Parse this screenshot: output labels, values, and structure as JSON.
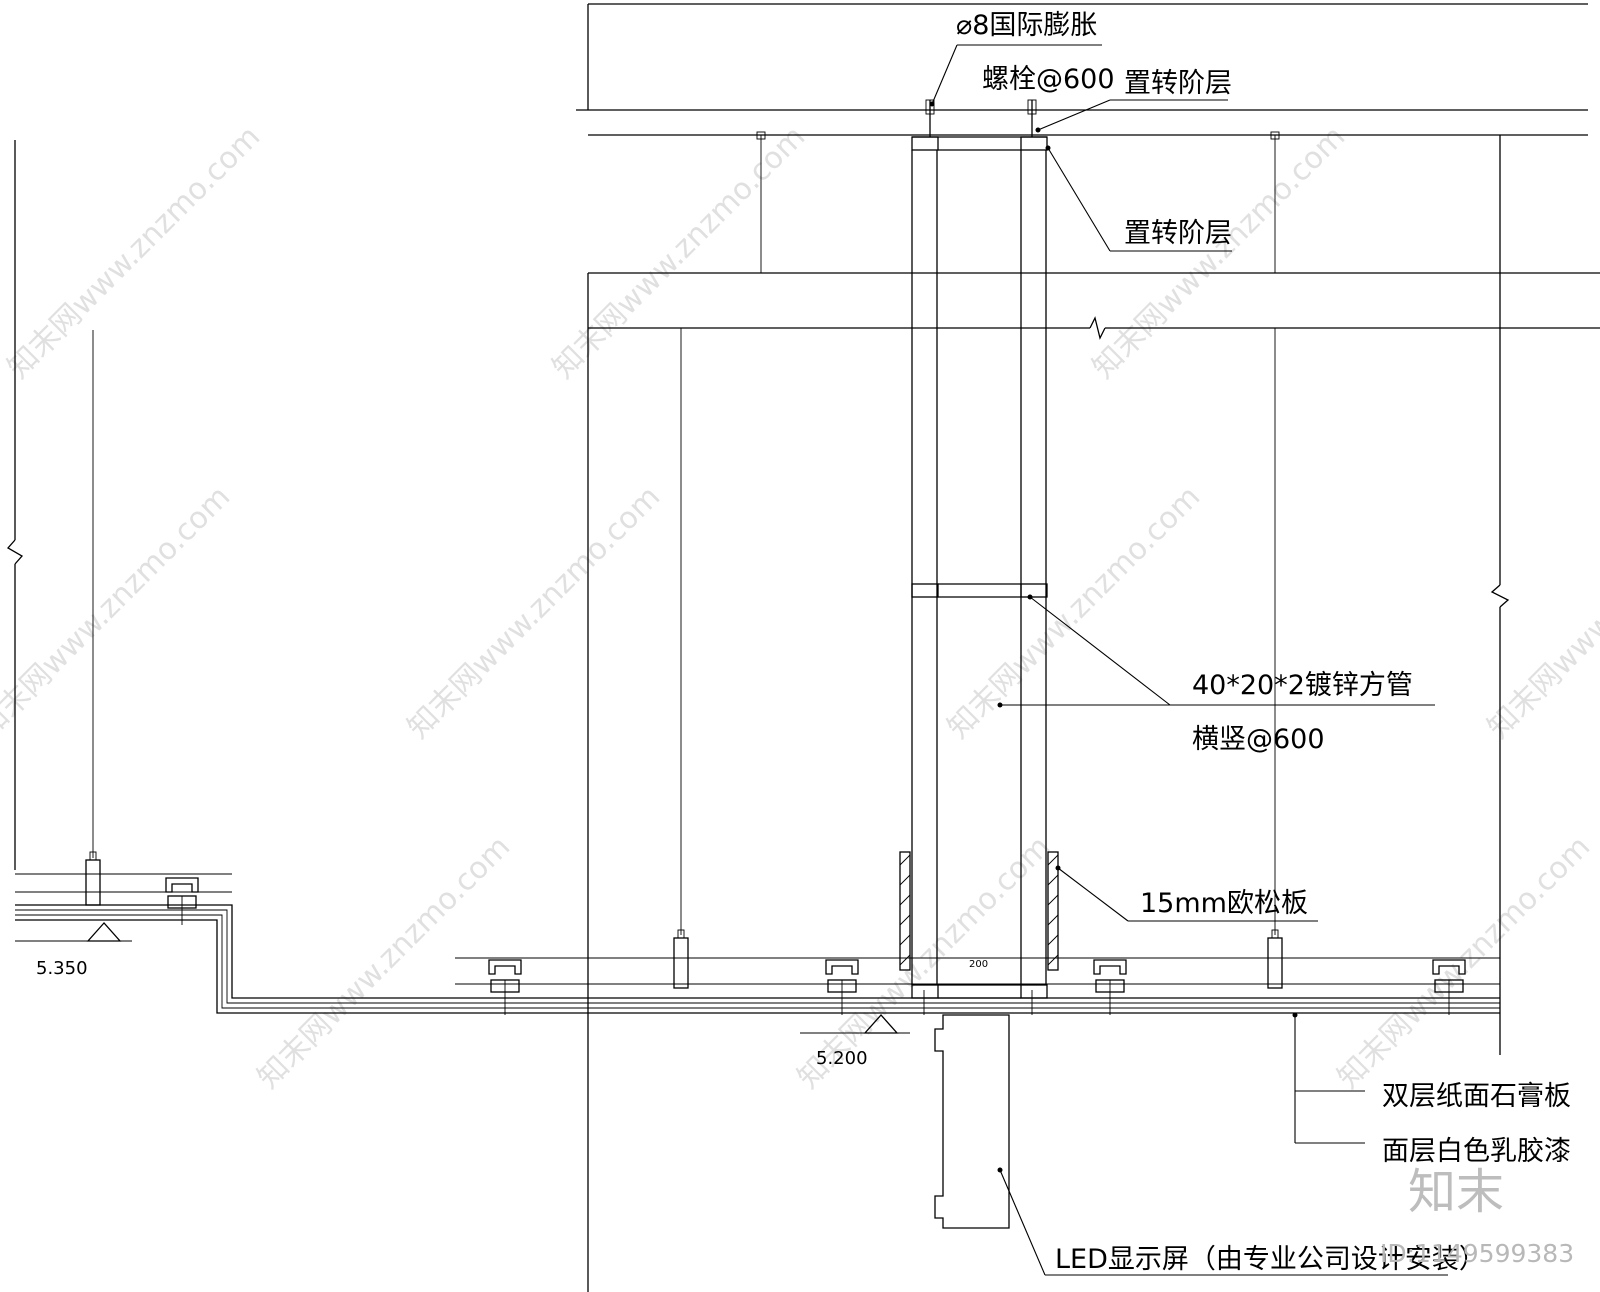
{
  "labels": {
    "anchor_bolt_line1": "⌀8国际膨胀",
    "anchor_bolt_line2": "螺栓@600",
    "conversion_layer_top": "置转阶层",
    "conversion_layer_mid": "置转阶层",
    "steel_tube_line1": "40*20*2镀锌方管",
    "steel_tube_line2": "横竖@600",
    "osb_board": "15mm欧松板",
    "gypsum_board": "双层纸面石膏板",
    "latex_paint": "面层白色乳胶漆",
    "led_screen": "LED显示屏（由专业公司设计安装）"
  },
  "elevations": {
    "upper_ceiling": "5.350",
    "lower_ceiling": "5.200"
  },
  "dimension": "200",
  "watermark": {
    "text": "知末网www.znzmo.com",
    "brand": "知末",
    "image_id": "ID:1149599383"
  }
}
